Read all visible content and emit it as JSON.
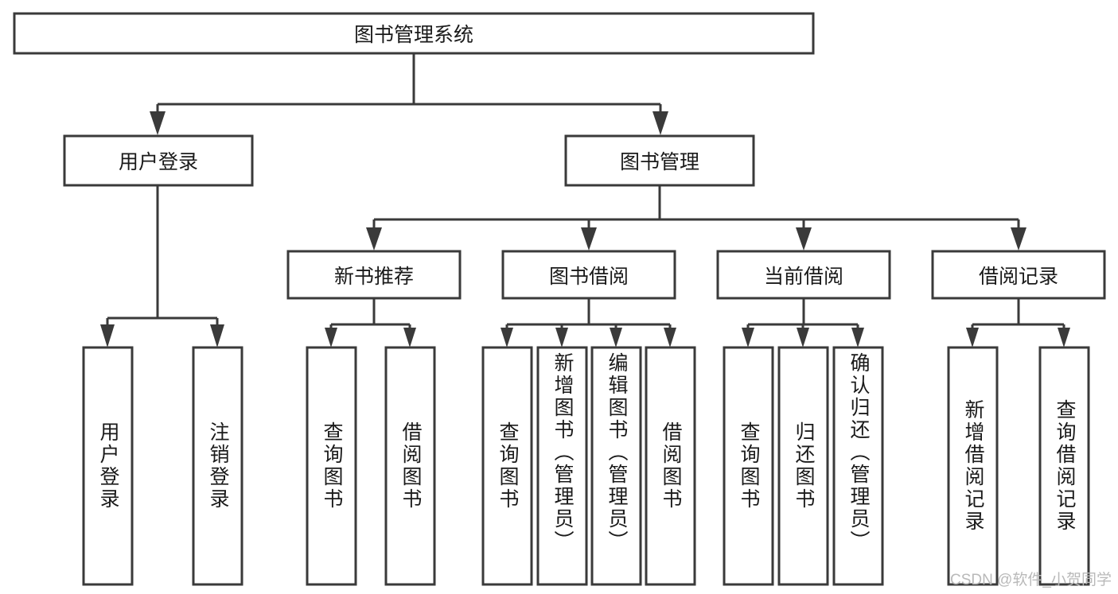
{
  "diagram": {
    "title": "图书管理系统",
    "type": "hierarchy-tree",
    "colors": {
      "stroke": "#3a3a3a",
      "fill": "#ffffff",
      "text": "#1a1a1a",
      "background": "#ffffff",
      "watermark": "#b9b9b9"
    },
    "levels": {
      "root": {
        "label": "图书管理系统"
      },
      "level1": [
        {
          "label": "用户登录"
        },
        {
          "label": "图书管理"
        }
      ],
      "level2": [
        {
          "label": "新书推荐",
          "parent": "图书管理"
        },
        {
          "label": "图书借阅",
          "parent": "图书管理"
        },
        {
          "label": "当前借阅",
          "parent": "图书管理"
        },
        {
          "label": "借阅记录",
          "parent": "图书管理"
        }
      ],
      "leaves": [
        {
          "label": "用户登录",
          "parent": "用户登录"
        },
        {
          "label": "注销登录",
          "parent": "用户登录"
        },
        {
          "label": "查询图书",
          "parent": "新书推荐"
        },
        {
          "label": "借阅图书",
          "parent": "新书推荐"
        },
        {
          "label": "查询图书",
          "parent": "图书借阅"
        },
        {
          "label": "新增图书（管理员）",
          "parent": "图书借阅"
        },
        {
          "label": "编辑图书（管理员）",
          "parent": "图书借阅"
        },
        {
          "label": "借阅图书",
          "parent": "图书借阅"
        },
        {
          "label": "查询图书",
          "parent": "当前借阅"
        },
        {
          "label": "归还图书",
          "parent": "当前借阅"
        },
        {
          "label": "确认归还（管理员）",
          "parent": "当前借阅"
        },
        {
          "label": "新增借阅记录",
          "parent": "借阅记录"
        },
        {
          "label": "查询借阅记录",
          "parent": "借阅记录"
        }
      ]
    }
  },
  "watermark": {
    "text": "CSDN @软件_小贺同学"
  }
}
